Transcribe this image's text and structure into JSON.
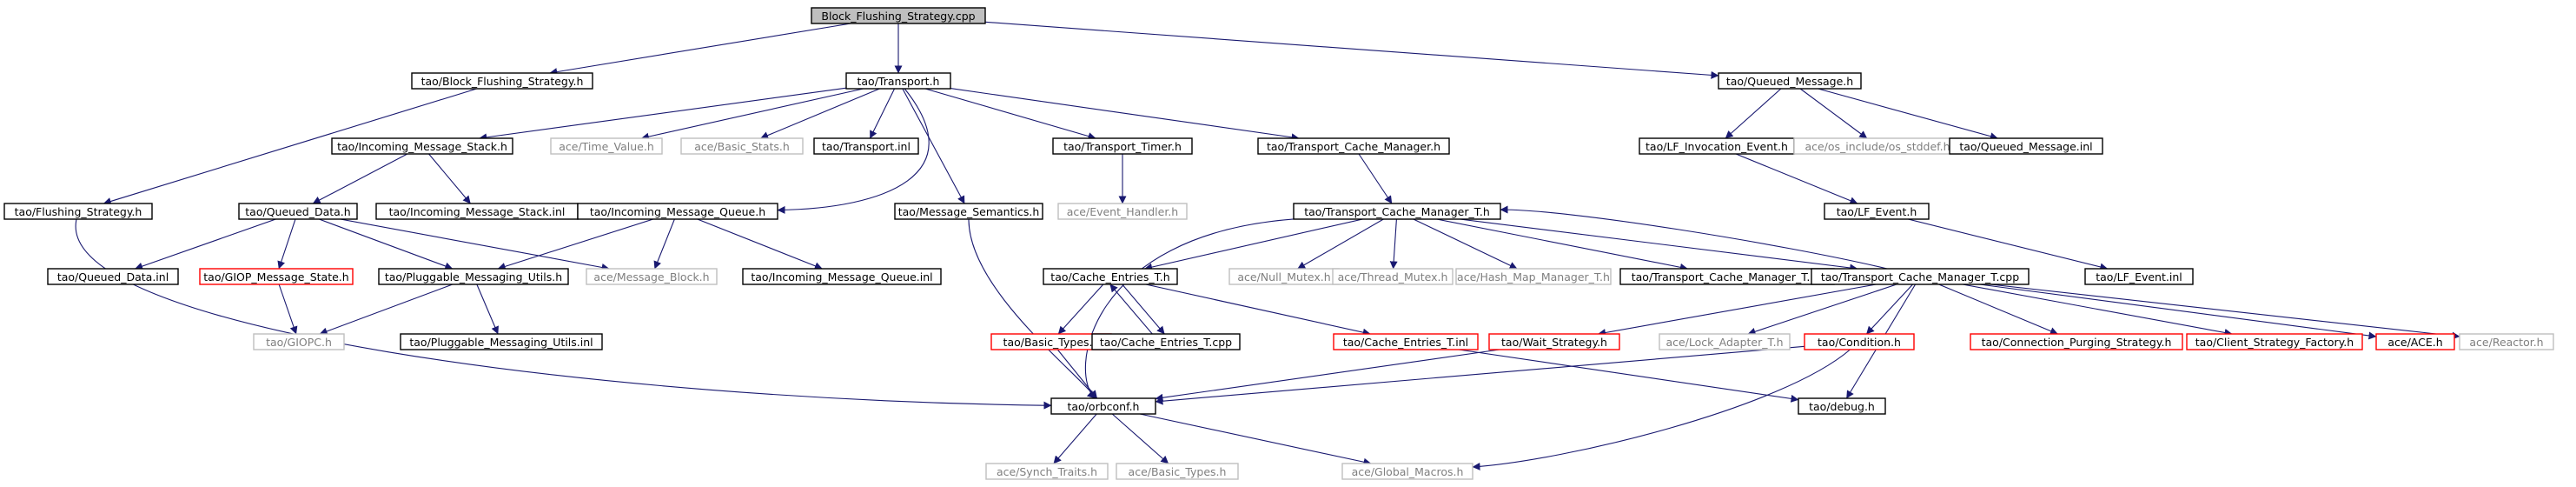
{
  "graph": {
    "edge_color": "#191970",
    "node_styles": {
      "root": {
        "fill": "#bfbfbf",
        "stroke": "#000000",
        "text": "#000000"
      },
      "documented": {
        "fill": "#ffffff",
        "stroke": "#000000",
        "text": "#000000"
      },
      "undocumented": {
        "fill": "#ffffff",
        "stroke": "#bfbfbf",
        "text": "#7f7f7f"
      },
      "truncated": {
        "fill": "#ffffff",
        "stroke": "#ff0000",
        "text": "#000000"
      }
    },
    "nodes": [
      {
        "id": "root",
        "label": "Block_Flushing_Strategy.cpp",
        "style": "root"
      },
      {
        "id": "bfs_h",
        "label": "tao/Block_Flushing_Strategy.h",
        "style": "documented"
      },
      {
        "id": "transport_h",
        "label": "tao/Transport.h",
        "style": "documented"
      },
      {
        "id": "queued_msg_h",
        "label": "tao/Queued_Message.h",
        "style": "documented"
      },
      {
        "id": "ims_h",
        "label": "tao/Incoming_Message_Stack.h",
        "style": "documented"
      },
      {
        "id": "time_value",
        "label": "ace/Time_Value.h",
        "style": "undocumented"
      },
      {
        "id": "basic_stats",
        "label": "ace/Basic_Stats.h",
        "style": "undocumented"
      },
      {
        "id": "transport_inl",
        "label": "tao/Transport.inl",
        "style": "documented"
      },
      {
        "id": "transport_timer",
        "label": "tao/Transport_Timer.h",
        "style": "documented"
      },
      {
        "id": "tcm_h",
        "label": "tao/Transport_Cache_Manager.h",
        "style": "documented"
      },
      {
        "id": "lf_inv",
        "label": "tao/LF_Invocation_Event.h",
        "style": "documented"
      },
      {
        "id": "os_stddef",
        "label": "ace/os_include/os_stddef.h",
        "style": "undocumented"
      },
      {
        "id": "queued_msg_inl",
        "label": "tao/Queued_Message.inl",
        "style": "documented"
      },
      {
        "id": "flushing_h",
        "label": "tao/Flushing_Strategy.h",
        "style": "documented"
      },
      {
        "id": "queued_data_h",
        "label": "tao/Queued_Data.h",
        "style": "documented"
      },
      {
        "id": "ims_inl",
        "label": "tao/Incoming_Message_Stack.inl",
        "style": "documented"
      },
      {
        "id": "imq_h",
        "label": "tao/Incoming_Message_Queue.h",
        "style": "documented"
      },
      {
        "id": "msg_sem",
        "label": "tao/Message_Semantics.h",
        "style": "documented"
      },
      {
        "id": "event_handler",
        "label": "ace/Event_Handler.h",
        "style": "undocumented"
      },
      {
        "id": "tcmt_h",
        "label": "tao/Transport_Cache_Manager_T.h",
        "style": "documented"
      },
      {
        "id": "lf_event_h",
        "label": "tao/LF_Event.h",
        "style": "documented"
      },
      {
        "id": "queued_data_inl",
        "label": "tao/Queued_Data.inl",
        "style": "documented"
      },
      {
        "id": "giop_state",
        "label": "tao/GIOP_Message_State.h",
        "style": "truncated"
      },
      {
        "id": "pmu_h",
        "label": "tao/Pluggable_Messaging_Utils.h",
        "style": "documented"
      },
      {
        "id": "msg_block",
        "label": "ace/Message_Block.h",
        "style": "undocumented"
      },
      {
        "id": "imq_inl",
        "label": "tao/Incoming_Message_Queue.inl",
        "style": "documented"
      },
      {
        "id": "cache_entries_h",
        "label": "tao/Cache_Entries_T.h",
        "style": "documented"
      },
      {
        "id": "null_mutex",
        "label": "ace/Null_Mutex.h",
        "style": "undocumented"
      },
      {
        "id": "thread_mutex",
        "label": "ace/Thread_Mutex.h",
        "style": "undocumented"
      },
      {
        "id": "hash_map",
        "label": "ace/Hash_Map_Manager_T.h",
        "style": "undocumented"
      },
      {
        "id": "tcmt_inl",
        "label": "tao/Transport_Cache_Manager_T.inl",
        "style": "documented"
      },
      {
        "id": "tcmt_cpp",
        "label": "tao/Transport_Cache_Manager_T.cpp",
        "style": "documented"
      },
      {
        "id": "lf_event_inl",
        "label": "tao/LF_Event.inl",
        "style": "documented"
      },
      {
        "id": "giopc_h",
        "label": "tao/GIOPC.h",
        "style": "undocumented"
      },
      {
        "id": "pmu_inl",
        "label": "tao/Pluggable_Messaging_Utils.inl",
        "style": "documented"
      },
      {
        "id": "tao_basic_types",
        "label": "tao/Basic_Types.h",
        "style": "truncated"
      },
      {
        "id": "cache_entries_cpp",
        "label": "tao/Cache_Entries_T.cpp",
        "style": "documented"
      },
      {
        "id": "cache_entries_inl",
        "label": "tao/Cache_Entries_T.inl",
        "style": "truncated"
      },
      {
        "id": "wait_strategy",
        "label": "tao/Wait_Strategy.h",
        "style": "truncated"
      },
      {
        "id": "lock_adapter",
        "label": "ace/Lock_Adapter_T.h",
        "style": "undocumented"
      },
      {
        "id": "condition_h",
        "label": "tao/Condition.h",
        "style": "truncated"
      },
      {
        "id": "conn_purging",
        "label": "tao/Connection_Purging_Strategy.h",
        "style": "truncated"
      },
      {
        "id": "client_strategy",
        "label": "tao/Client_Strategy_Factory.h",
        "style": "truncated"
      },
      {
        "id": "ace_h",
        "label": "ace/ACE.h",
        "style": "truncated"
      },
      {
        "id": "reactor_h",
        "label": "ace/Reactor.h",
        "style": "undocumented"
      },
      {
        "id": "orbconf",
        "label": "tao/orbconf.h",
        "style": "documented"
      },
      {
        "id": "debug_h",
        "label": "tao/debug.h",
        "style": "documented"
      },
      {
        "id": "synch_traits",
        "label": "ace/Synch_Traits.h",
        "style": "undocumented"
      },
      {
        "id": "ace_basic_types",
        "label": "ace/Basic_Types.h",
        "style": "undocumented"
      },
      {
        "id": "global_macros",
        "label": "ace/Global_Macros.h",
        "style": "undocumented"
      }
    ],
    "edges": [
      [
        "root",
        "bfs_h"
      ],
      [
        "root",
        "transport_h"
      ],
      [
        "root",
        "queued_msg_h"
      ],
      [
        "bfs_h",
        "flushing_h"
      ],
      [
        "transport_h",
        "ims_h"
      ],
      [
        "transport_h",
        "time_value"
      ],
      [
        "transport_h",
        "basic_stats"
      ],
      [
        "transport_h",
        "transport_inl"
      ],
      [
        "transport_h",
        "transport_timer"
      ],
      [
        "transport_h",
        "tcm_h"
      ],
      [
        "transport_h",
        "imq_h"
      ],
      [
        "transport_h",
        "msg_sem"
      ],
      [
        "queued_msg_h",
        "lf_inv"
      ],
      [
        "queued_msg_h",
        "os_stddef"
      ],
      [
        "queued_msg_h",
        "queued_msg_inl"
      ],
      [
        "ims_h",
        "queued_data_h"
      ],
      [
        "ims_h",
        "ims_inl"
      ],
      [
        "transport_timer",
        "event_handler"
      ],
      [
        "tcm_h",
        "tcmt_h"
      ],
      [
        "lf_inv",
        "lf_event_h"
      ],
      [
        "lf_event_h",
        "lf_event_inl"
      ],
      [
        "flushing_h",
        "orbconf"
      ],
      [
        "queued_data_h",
        "queued_data_inl"
      ],
      [
        "queued_data_h",
        "giop_state"
      ],
      [
        "queued_data_h",
        "pmu_h"
      ],
      [
        "queued_data_h",
        "msg_block"
      ],
      [
        "imq_h",
        "pmu_h"
      ],
      [
        "imq_h",
        "msg_block"
      ],
      [
        "imq_h",
        "imq_inl"
      ],
      [
        "msg_sem",
        "orbconf"
      ],
      [
        "tcmt_h",
        "cache_entries_h"
      ],
      [
        "tcmt_h",
        "null_mutex"
      ],
      [
        "tcmt_h",
        "thread_mutex"
      ],
      [
        "tcmt_h",
        "hash_map"
      ],
      [
        "tcmt_h",
        "tcmt_inl"
      ],
      [
        "tcmt_h",
        "tcmt_cpp"
      ],
      [
        "tcmt_h",
        "orbconf"
      ],
      [
        "giop_state",
        "giopc_h"
      ],
      [
        "pmu_h",
        "giopc_h"
      ],
      [
        "pmu_h",
        "pmu_inl"
      ],
      [
        "cache_entries_h",
        "tao_basic_types"
      ],
      [
        "cache_entries_h",
        "cache_entries_cpp"
      ],
      [
        "cache_entries_h",
        "cache_entries_inl"
      ],
      [
        "cache_entries_cpp",
        "cache_entries_h"
      ],
      [
        "cache_entries_inl",
        "debug_h"
      ],
      [
        "tao_basic_types",
        "orbconf"
      ],
      [
        "tcmt_cpp",
        "tcmt_h"
      ],
      [
        "tcmt_cpp",
        "wait_strategy"
      ],
      [
        "tcmt_cpp",
        "lock_adapter"
      ],
      [
        "tcmt_cpp",
        "condition_h"
      ],
      [
        "tcmt_cpp",
        "conn_purging"
      ],
      [
        "tcmt_cpp",
        "client_strategy"
      ],
      [
        "tcmt_cpp",
        "ace_h"
      ],
      [
        "tcmt_cpp",
        "reactor_h"
      ],
      [
        "tcmt_cpp",
        "debug_h"
      ],
      [
        "wait_strategy",
        "orbconf"
      ],
      [
        "condition_h",
        "orbconf"
      ],
      [
        "condition_h",
        "global_macros"
      ],
      [
        "orbconf",
        "synch_traits"
      ],
      [
        "orbconf",
        "ace_basic_types"
      ],
      [
        "orbconf",
        "global_macros"
      ]
    ]
  }
}
